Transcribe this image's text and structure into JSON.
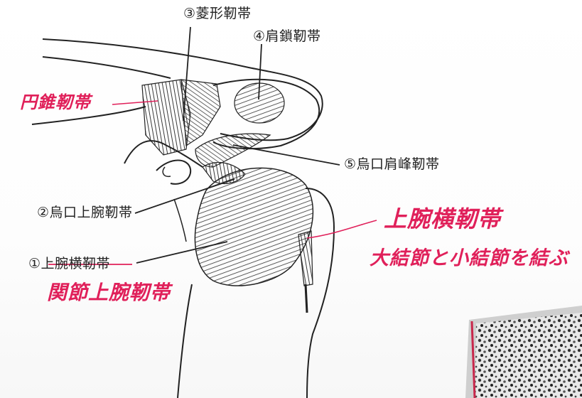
{
  "colors": {
    "ink": "#222222",
    "annotation": "#e0205a",
    "bone_shade": "#555555"
  },
  "labels": {
    "rhomboid_ligament": "③菱形靭帯",
    "acromioclavicular_ligament": "④肩鎖靭帯",
    "coracoacromial_ligament": "⑤烏口肩峰靭帯",
    "coracohumeral_ligament": "②烏口上腕靭帯",
    "transverse_humeral_ligament": "①上腕横靭帯"
  },
  "annotations": {
    "conoid_ligament": "円錐靭帯",
    "glenohumeral_ligament": "関節上腕靭帯",
    "transverse_humeral_ligament_note": "上腕横靭帯",
    "connects_tubercles": "大結節と小結節を結ぶ"
  }
}
